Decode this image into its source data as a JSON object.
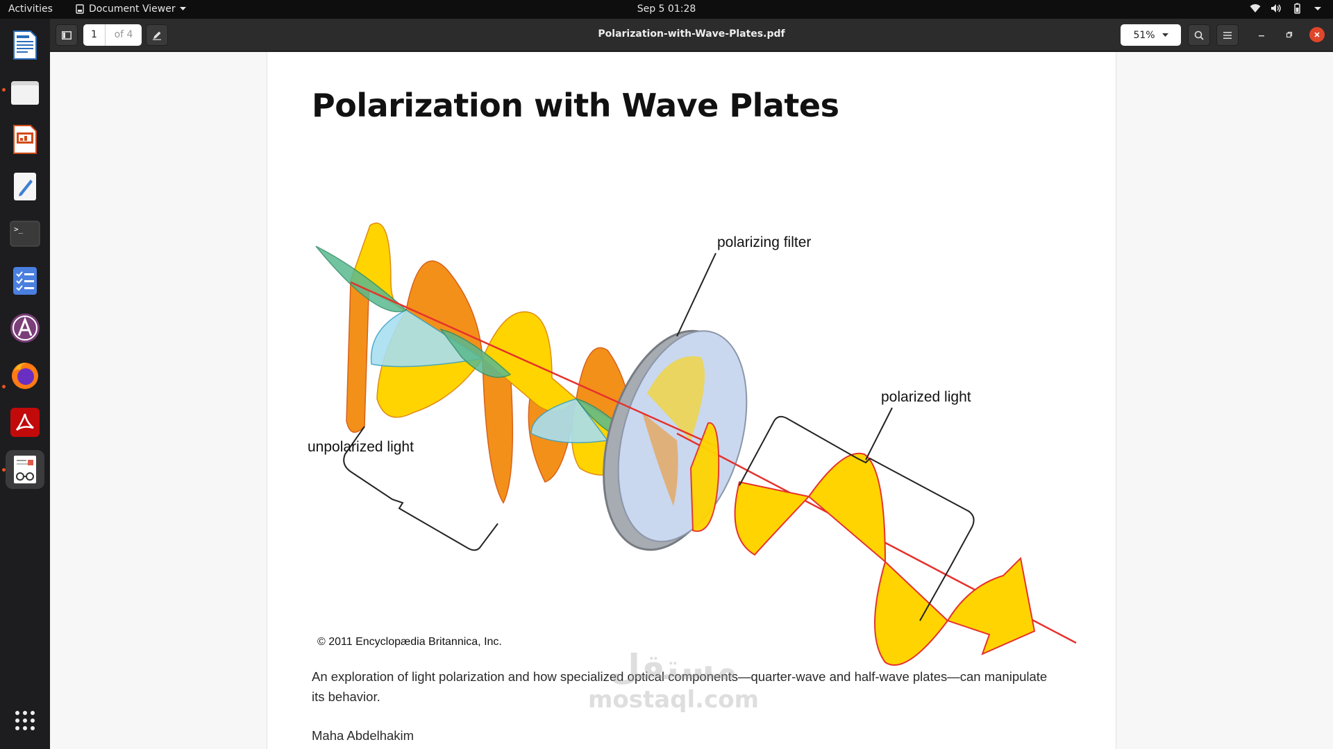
{
  "topbar": {
    "activities": "Activities",
    "app_name": "Document Viewer",
    "clock": "Sep 5  01:28"
  },
  "dock": {
    "items": [
      {
        "name": "writer",
        "icon": "document-writer-icon"
      },
      {
        "name": "files",
        "icon": "folder-icon"
      },
      {
        "name": "impress",
        "icon": "presentation-icon"
      },
      {
        "name": "text-editor",
        "icon": "text-editor-icon"
      },
      {
        "name": "terminal",
        "icon": "terminal-icon"
      },
      {
        "name": "tasks",
        "icon": "checklist-icon"
      },
      {
        "name": "app-center",
        "icon": "app-store-icon"
      },
      {
        "name": "firefox",
        "icon": "firefox-icon"
      },
      {
        "name": "acrobat",
        "icon": "pdf-reader-icon"
      },
      {
        "name": "document-viewer",
        "icon": "document-viewer-icon"
      },
      {
        "name": "show-apps",
        "icon": "grid-icon"
      }
    ]
  },
  "header": {
    "page_number": "1",
    "page_of": "of 4",
    "title": "Polarization-with-Wave-Plates.pdf",
    "zoom": "51%"
  },
  "document": {
    "title": "Polarization with Wave Plates",
    "figure_labels": {
      "polarizing_filter": "polarizing filter",
      "polarized_light": "polarized light",
      "unpolarized_light": "unpolarized light"
    },
    "copyright": "© 2011 Encyclopædia Britannica, Inc.",
    "description": "An exploration of light polarization and how specialized optical components—quarter-wave and half-wave plates—can manipulate its behavior.",
    "author": "Maha Abdelhakim"
  },
  "watermark": {
    "arabic": "مستقل",
    "latin": "mostaql.com"
  },
  "colors": {
    "accent": "#e95420",
    "close_button": "#e0462a",
    "wave_yellow": "#ffd400",
    "wave_orange": "#f39019",
    "wave_blue": "#a8dff0",
    "wave_green": "#5ab98f",
    "beam_red": "#e5322d"
  }
}
